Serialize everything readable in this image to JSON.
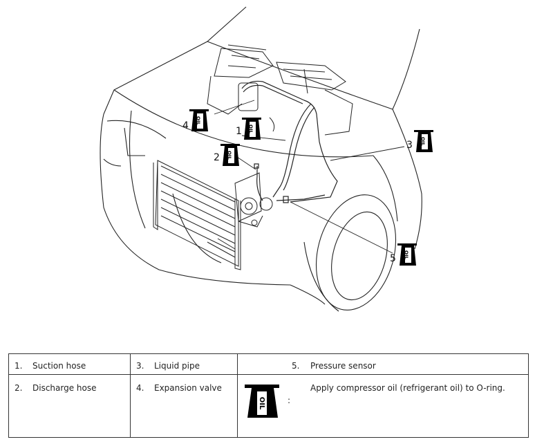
{
  "diagram": {
    "callouts": [
      "1",
      "2",
      "3",
      "4",
      "5"
    ],
    "oil_icon_text": "OIL"
  },
  "legend": {
    "items": [
      {
        "num": "1.",
        "label": "Suction hose"
      },
      {
        "num": "2.",
        "label": "Discharge hose"
      },
      {
        "num": "3.",
        "label": "Liquid pipe"
      },
      {
        "num": "4.",
        "label": "Expansion valve"
      },
      {
        "num": "5.",
        "label": "Pressure sensor"
      }
    ],
    "icon_colon": ":",
    "note": "Apply compressor oil (refrigerant oil) to O-ring."
  }
}
